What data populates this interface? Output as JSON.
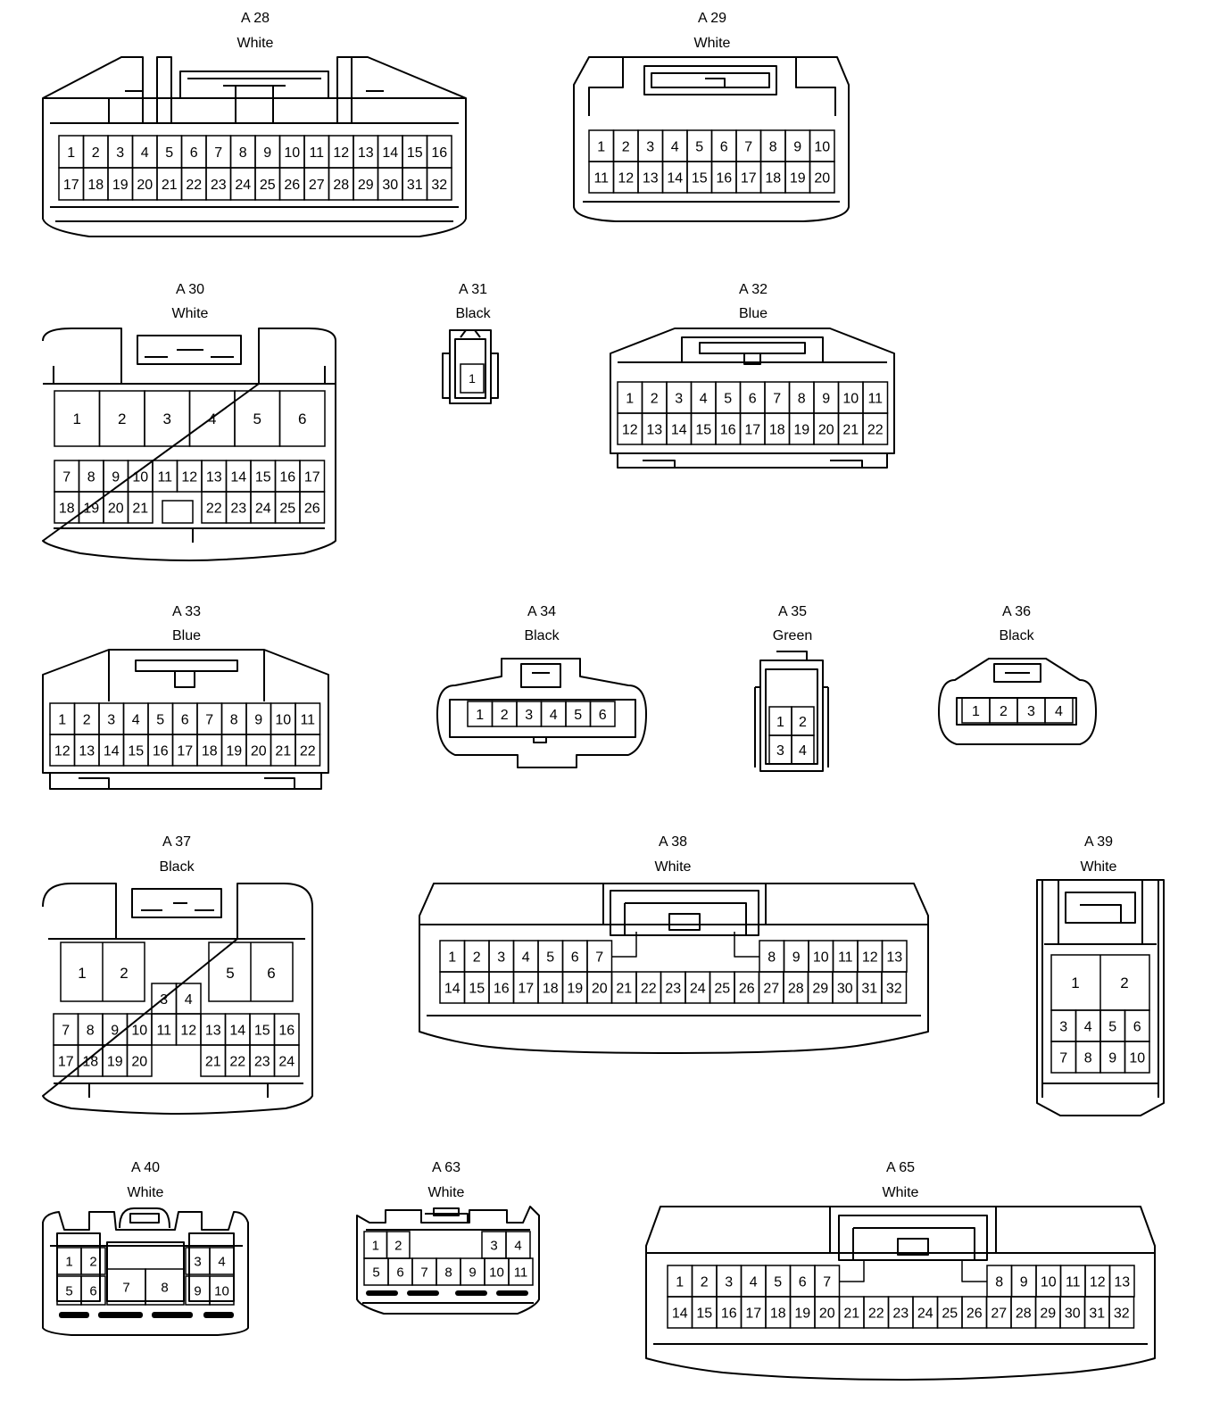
{
  "connectors": [
    {
      "id": "A 28",
      "color": "White",
      "pins": "1-32",
      "rows": [
        [
          1,
          2,
          3,
          4,
          5,
          6,
          7,
          8,
          9,
          10,
          11,
          12,
          13,
          14,
          15,
          16
        ],
        [
          17,
          18,
          19,
          20,
          21,
          22,
          23,
          24,
          25,
          26,
          27,
          28,
          29,
          30,
          31,
          32
        ]
      ]
    },
    {
      "id": "A 29",
      "color": "White",
      "pins": "1-20",
      "rows": [
        [
          1,
          2,
          3,
          4,
          5,
          6,
          7,
          8,
          9,
          10
        ],
        [
          11,
          12,
          13,
          14,
          15,
          16,
          17,
          18,
          19,
          20
        ]
      ]
    },
    {
      "id": "A 30",
      "color": "White",
      "pins": "1-26",
      "rows": [
        [
          1,
          2,
          3,
          4,
          5,
          6
        ],
        [
          7,
          8,
          9,
          10,
          11,
          12,
          13,
          14,
          15,
          16,
          17
        ],
        [
          18,
          19,
          20,
          21,
          22,
          23,
          24,
          25,
          26
        ]
      ]
    },
    {
      "id": "A 31",
      "color": "Black",
      "pins": "1",
      "rows": [
        [
          1
        ]
      ]
    },
    {
      "id": "A 32",
      "color": "Blue",
      "pins": "1-22",
      "rows": [
        [
          1,
          2,
          3,
          4,
          5,
          6,
          7,
          8,
          9,
          10,
          11
        ],
        [
          12,
          13,
          14,
          15,
          16,
          17,
          18,
          19,
          20,
          21,
          22
        ]
      ]
    },
    {
      "id": "A 33",
      "color": "Blue",
      "pins": "1-22",
      "rows": [
        [
          1,
          2,
          3,
          4,
          5,
          6,
          7,
          8,
          9,
          10,
          11
        ],
        [
          12,
          13,
          14,
          15,
          16,
          17,
          18,
          19,
          20,
          21,
          22
        ]
      ]
    },
    {
      "id": "A 34",
      "color": "Black",
      "pins": "1-6",
      "rows": [
        [
          1,
          2,
          3,
          4,
          5,
          6
        ]
      ]
    },
    {
      "id": "A 35",
      "color": "Green",
      "pins": "1-4",
      "rows": [
        [
          1,
          2
        ],
        [
          3,
          4
        ]
      ]
    },
    {
      "id": "A 36",
      "color": "Black",
      "pins": "1-4",
      "rows": [
        [
          1,
          2,
          3,
          4
        ]
      ]
    },
    {
      "id": "A 37",
      "color": "Black",
      "pins": "1-24",
      "rows": [
        [
          1,
          2,
          5,
          6
        ],
        [
          3,
          4
        ],
        [
          7,
          8,
          9,
          10,
          11,
          12,
          13,
          14,
          15,
          16
        ],
        [
          17,
          18,
          19,
          20,
          21,
          22,
          23,
          24
        ]
      ]
    },
    {
      "id": "A 38",
      "color": "White",
      "pins": "1-32",
      "rows": [
        [
          1,
          2,
          3,
          4,
          5,
          6,
          7,
          8,
          9,
          10,
          11,
          12,
          13
        ],
        [
          14,
          15,
          16,
          17,
          18,
          19,
          20,
          21,
          22,
          23,
          24,
          25,
          26,
          27,
          28,
          29,
          30,
          31,
          32
        ]
      ]
    },
    {
      "id": "A 39",
      "color": "White",
      "pins": "1-10",
      "rows": [
        [
          1,
          2
        ],
        [
          3,
          4,
          5,
          6
        ],
        [
          7,
          8,
          9,
          10
        ]
      ]
    },
    {
      "id": "A 40",
      "color": "White",
      "pins": "1-10",
      "rows": [
        [
          1,
          2,
          3,
          4
        ],
        [
          5,
          6,
          7,
          8,
          9,
          10
        ]
      ]
    },
    {
      "id": "A 63",
      "color": "White",
      "pins": "1-11",
      "rows": [
        [
          1,
          2,
          3,
          4
        ],
        [
          5,
          6,
          7,
          8,
          9,
          10,
          11
        ]
      ]
    },
    {
      "id": "A 65",
      "color": "White",
      "pins": "1-32",
      "rows": [
        [
          1,
          2,
          3,
          4,
          5,
          6,
          7,
          8,
          9,
          10,
          11,
          12,
          13
        ],
        [
          14,
          15,
          16,
          17,
          18,
          19,
          20,
          21,
          22,
          23,
          24,
          25,
          26,
          27,
          28,
          29,
          30,
          31,
          32
        ]
      ]
    }
  ]
}
